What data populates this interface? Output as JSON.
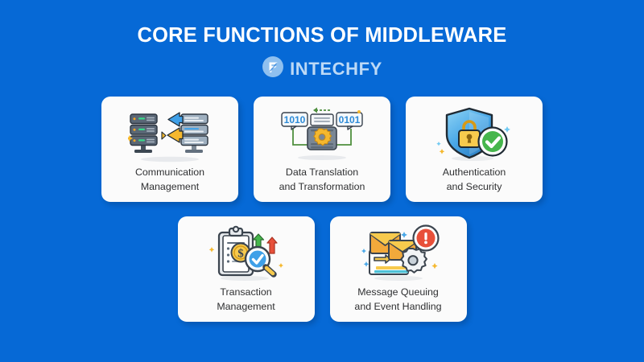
{
  "header": {
    "title": "CORE FUNCTIONS OF MIDDLEWARE",
    "brand_name": "INTECHFY",
    "brand_logo_letter": "F"
  },
  "colors": {
    "background": "#0669d6",
    "card_background": "#fbfbfb",
    "title_text": "#ffffff",
    "brand_text": "#bcd9f6",
    "card_text": "#2f3032",
    "accent_yellow": "#f5b82e",
    "accent_green": "#34a853",
    "accent_red": "#e03a3a",
    "accent_blue": "#3fa0e8"
  },
  "rows": [
    {
      "cards": [
        {
          "id": "communication-management",
          "label_line1": "Communication",
          "label_line2": "Management",
          "icon": "servers-exchange-icon"
        },
        {
          "id": "data-translation-and-transformation",
          "label_line1": "Data Translation",
          "label_line2": "and Transformation",
          "icon": "data-gear-binary-icon",
          "binary_left": "1010",
          "binary_right": "0101"
        },
        {
          "id": "authentication-and-security",
          "label_line1": "Authentication",
          "label_line2": "and Security",
          "icon": "shield-lock-check-icon"
        }
      ]
    },
    {
      "cards": [
        {
          "id": "transaction-management",
          "label_line1": "Transaction",
          "label_line2": "Management",
          "icon": "clipboard-coin-magnifier-icon"
        },
        {
          "id": "message-queuing-and-event-handling",
          "label_line1": "Message Queuing",
          "label_line2": "and Event Handling",
          "icon": "envelopes-gear-alert-icon"
        }
      ]
    }
  ]
}
